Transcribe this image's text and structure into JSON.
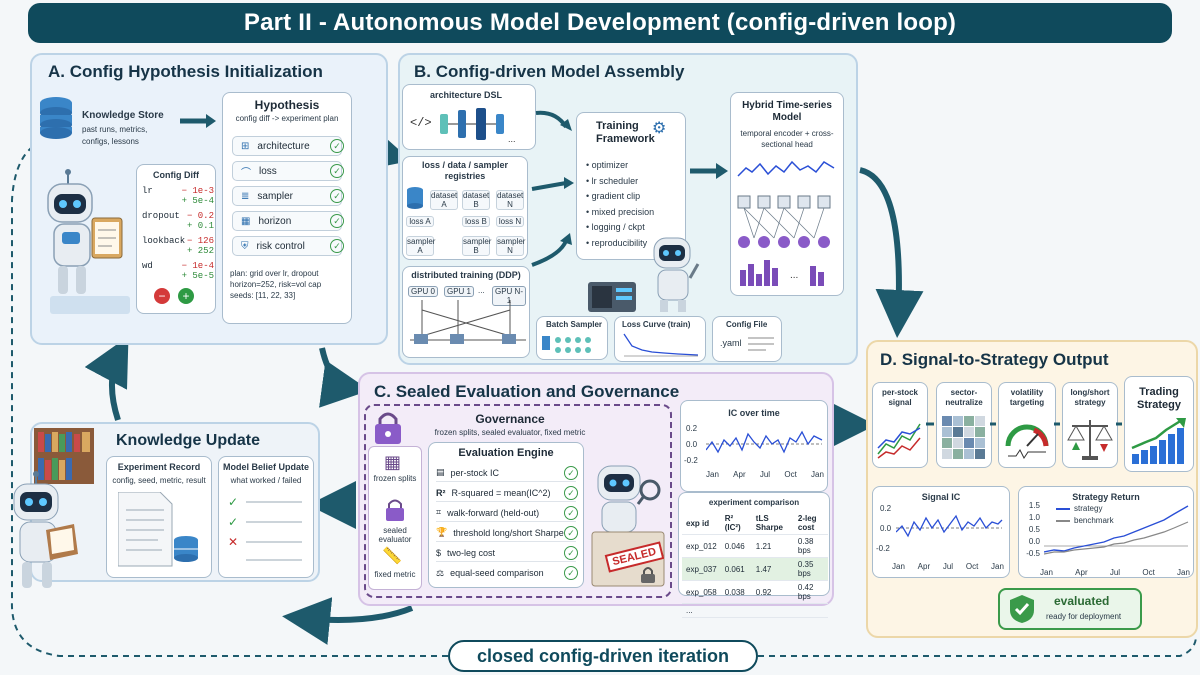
{
  "title": "Part II - Autonomous Model Development (config-driven loop)",
  "sectionA": {
    "title": "A. Config Hypothesis Initialization",
    "knowledge_store": {
      "title": "Knowledge Store",
      "text": "past runs, metrics, configs, lessons"
    },
    "config_diff": {
      "title": "Config Diff",
      "rows": [
        {
          "key": "lr",
          "minus": "− 1e-3",
          "plus": "+ 5e-4"
        },
        {
          "key": "dropout",
          "minus": "− 0.2",
          "plus": "+ 0.1"
        },
        {
          "key": "lookback",
          "minus": "− 126",
          "plus": "+ 252"
        },
        {
          "key": "wd",
          "minus": "− 1e-4",
          "plus": "+ 5e-5"
        }
      ]
    },
    "hypothesis": {
      "title": "Hypothesis",
      "subtitle": "config diff -> experiment plan",
      "items": [
        "architecture",
        "loss",
        "sampler",
        "horizon",
        "risk control"
      ],
      "plan": [
        "plan: grid over lr, dropout",
        "horizon=252, risk=vol cap",
        "seeds: [11, 22, 33]"
      ]
    }
  },
  "sectionB": {
    "title": "B. Config-driven Model Assembly",
    "arch_dsl": "architecture DSL",
    "registries": {
      "title": "loss / data / sampler registries",
      "datasets": [
        "dataset A",
        "dataset B",
        "dataset N"
      ],
      "losses": [
        "loss A",
        "loss B",
        "loss N"
      ],
      "samplers": [
        "sampler A",
        "sampler B",
        "sampler N"
      ]
    },
    "ddp": {
      "title": "distributed training (DDP)",
      "gpus": [
        "GPU 0",
        "GPU 1",
        "GPU N-1"
      ]
    },
    "framework": {
      "title": "Training Framework",
      "items": [
        "optimizer",
        "lr scheduler",
        "gradient clip",
        "mixed precision",
        "logging / ckpt",
        "reproducibility"
      ]
    },
    "hybrid": {
      "title": "Hybrid Time-series Model",
      "text": "temporal encoder + cross-sectional head"
    },
    "batch_sampler": "Batch Sampler",
    "loss_curve": "Loss Curve (train)",
    "config_file": {
      "title": "Config File",
      "ext": ".yaml"
    }
  },
  "sectionC": {
    "title": "C. Sealed Evaluation and Governance",
    "governance": {
      "title": "Governance",
      "text": "frozen splits, sealed evaluator, fixed metric"
    },
    "side": [
      "frozen splits",
      "sealed evaluator",
      "fixed metric"
    ],
    "engine": {
      "title": "Evaluation Engine",
      "items": [
        "per-stock IC",
        "R-squared = mean(IC^2)",
        "walk-forward (held-out)",
        "threshold long/short Sharpe",
        "two-leg cost",
        "equal-seed comparison"
      ]
    },
    "sealed": "SEALED",
    "ic_chart": {
      "title": "IC over time",
      "x": [
        "Jan",
        "Apr",
        "Jul",
        "Oct",
        "Jan"
      ],
      "y": [
        "0.2",
        "0.0",
        "-0.2"
      ]
    },
    "comparison": {
      "title": "experiment comparison",
      "headers": [
        "exp id",
        "R² (IC²)",
        "tLS Sharpe",
        "2-leg cost"
      ],
      "rows": [
        [
          "exp_012",
          "0.046",
          "1.21",
          "0.38 bps"
        ],
        [
          "exp_037",
          "0.061",
          "1.47",
          "0.35 bps"
        ],
        [
          "exp_058",
          "0.038",
          "0.92",
          "0.42 bps"
        ],
        [
          "...",
          "",
          "",
          ""
        ]
      ]
    }
  },
  "sectionD": {
    "title": "D. Signal-to-Strategy Output",
    "steps": [
      "per-stock signal",
      "sector-neutralize",
      "volatility targeting",
      "long/short strategy",
      "Trading Strategy"
    ],
    "signal_ic": {
      "title": "Signal IC",
      "y": [
        "0.2",
        "0.0",
        "-0.2"
      ],
      "x": [
        "Jan",
        "Apr",
        "Jul",
        "Oct",
        "Jan"
      ]
    },
    "strategy_return": {
      "title": "Strategy Return",
      "legend": [
        "strategy",
        "benchmark"
      ],
      "y": [
        "1.5",
        "1.0",
        "0.5",
        "0.0",
        "-0.5"
      ],
      "x": [
        "Jan",
        "Apr",
        "Jul",
        "Oct",
        "Jan"
      ]
    },
    "evaluated": {
      "title": "evaluated",
      "text": "ready for deployment"
    }
  },
  "knowledge_update": {
    "title": "Knowledge Update",
    "record": {
      "title": "Experiment Record",
      "text": "config, seed, metric, result"
    },
    "belief": {
      "title": "Model Belief Update",
      "text": "what worked / failed"
    }
  },
  "loop_label": "closed config-driven iteration",
  "colors": {
    "primary": "#0f4a5c",
    "strategy": "#2a4fd6",
    "benchmark": "#888888",
    "ok": "#3a9a4a",
    "bad": "#c62b2b"
  }
}
